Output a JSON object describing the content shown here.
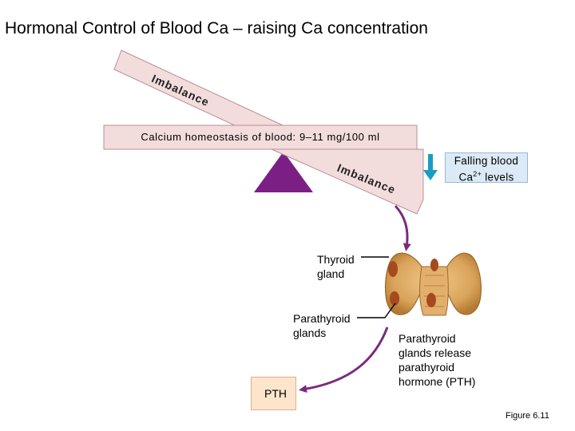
{
  "title": "Hormonal Control of Blood Ca – raising Ca concentration",
  "seesaw": {
    "upper_imbalance": "Imbalance",
    "beam_label": "Calcium homeostasis of blood: 9–11 mg/100 ml",
    "lower_imbalance": "Imbalance"
  },
  "stimulus": {
    "line1": "Falling blood",
    "line2_prefix": "Ca",
    "line2_sup": "2+",
    "line2_suffix": " levels"
  },
  "labels": {
    "thyroid_line1": "Thyroid",
    "thyroid_line2": "gland",
    "parathyroid_line1": "Parathyroid",
    "parathyroid_line2": "glands",
    "release_line1": "Parathyroid",
    "release_line2": "glands release",
    "release_line3": "parathyroid",
    "release_line4": "hormone (PTH)"
  },
  "pth_box": {
    "label": "PTH"
  },
  "figure_ref": "Figure 6.11",
  "colors": {
    "beam_fill": "#f3dcdc",
    "beam_stroke": "#b98f95",
    "fulcrum": "#7b1f85",
    "stimulus_arrow": "#1a9cc4",
    "pathway_arrow": "#7b2a7d",
    "pth_arrow": "#c0392b",
    "thyroid": "#d9a35a",
    "parathyroid": "#a54a1e"
  }
}
